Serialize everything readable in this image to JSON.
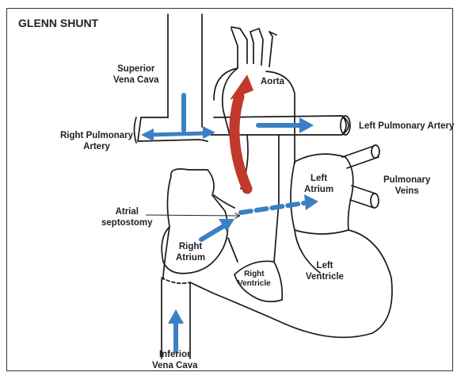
{
  "title": "GLENN SHUNT",
  "labels": {
    "superior_vena_cava": "Superior Vena Cava",
    "superior_vena_cava_l1": "Superior",
    "superior_vena_cava_l2": "Vena Cava",
    "aorta": "Aorta",
    "right_pulmonary_artery_l1": "Right Pulmonary",
    "right_pulmonary_artery_l2": "Artery",
    "left_pulmonary_artery": "Left Pulmonary Artery",
    "left_atrium_l1": "Left",
    "left_atrium_l2": "Atrium",
    "pulmonary_veins_l1": "Pulmonary",
    "pulmonary_veins_l2": "Veins",
    "atrial_septostomy_l1": "Atrial",
    "atrial_septostomy_l2": "septostomy",
    "right_atrium_l1": "Right",
    "right_atrium_l2": "Atrium",
    "right_ventricle_l1": "Right",
    "right_ventricle_l2": "Ventricle",
    "left_ventricle_l1": "Left",
    "left_ventricle_l2": "Ventricle",
    "inferior_vena_cava_l1": "Inferior",
    "inferior_vena_cava_l2": "Vena Cava"
  },
  "colors": {
    "outline": "#1a1a1a",
    "flow_arrow": "#3b7fc4",
    "aorta_arrow": "#c0392b"
  }
}
